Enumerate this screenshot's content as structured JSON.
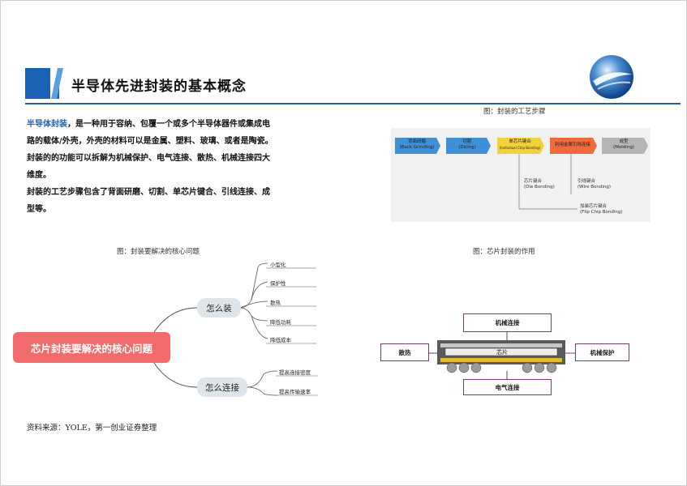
{
  "header": {
    "title": "半导体先进封装的基本概念",
    "accent_color": "#1d63a9",
    "logo_icon": "globe-logo-icon"
  },
  "intro": {
    "highlight": "半导体封装",
    "line1_rest": "，是一种用于容纳、包覆一个或多个半导体器件或集成电",
    "line2": "路的载体/外壳，外壳的材料可以是金属、塑料、玻璃、或者是陶瓷。",
    "line3": "封装的的功能可以拆解为机械保护、电气连接、散热、机械连接四大",
    "line4": "维度。",
    "line5": "封装的工艺步骤包含了背面研磨、切割、单芯片键合、引线连接、成",
    "line6": "型等。",
    "highlight_color": "#1e64b8"
  },
  "process": {
    "caption": "图：封装的工艺步骤",
    "steps": [
      {
        "cn": "背面研磨",
        "en": "(Back Grinding)",
        "color": "#3f8fd6"
      },
      {
        "cn": "切割",
        "en": "(Dicing)",
        "color": "#3f8fd6"
      },
      {
        "cn": "单芯片键合",
        "en": "(Individual Chip Bonding)",
        "color": "#f2d13c"
      },
      {
        "cn": "利用金属引线连接",
        "en": "",
        "color": "#ef6a3c"
      },
      {
        "cn": "成型",
        "en": "(Molding)",
        "color": "#b5b5b5"
      }
    ],
    "sub_left": {
      "cn": "芯片键合",
      "en": "(Die Bonding)"
    },
    "sub_right": [
      {
        "cn": "引线键合",
        "en": "(Wire Bonding)"
      },
      {
        "cn": "加装芯片键合",
        "en": "(Flip Chip Bonding)"
      }
    ]
  },
  "mindmap": {
    "caption": "图：封装要解决的核心问题",
    "root": "芯片封装要解决的核心问题",
    "branches": [
      {
        "label": "怎么装",
        "leaves": [
          "小型化",
          "保护性",
          "散热",
          "降低功耗",
          "降低成本"
        ]
      },
      {
        "label": "怎么连接",
        "leaves": [
          "提高连接密度",
          "提高传输速率"
        ]
      }
    ],
    "root_color": "#f26b6b"
  },
  "package": {
    "caption": "图：芯片封装的作用",
    "top": "机械连接",
    "left": "散热",
    "right": "机械保护",
    "bottom": "电气连接",
    "chip": "芯片",
    "border_color": "#7a3a7a"
  },
  "source": "资料来源：YOLE，第一创业证券整理"
}
